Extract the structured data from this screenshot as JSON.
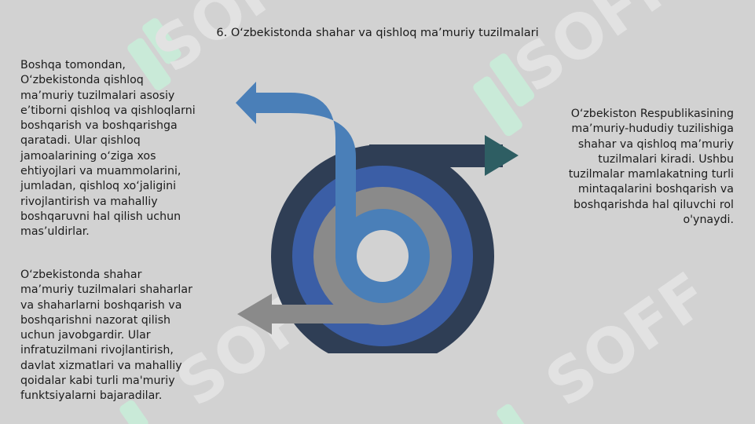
{
  "slide": {
    "title": "6. O‘zbekistonda shahar va qishloq ma’muriy tuzilmalari",
    "left_top_text": "Boshqa tomondan,\nO‘zbekistonda qishloq\nma’muriy tuzilmalari asosiy\ne’tiborni qishloq va qishloqlarni\nboshqarish va boshqarishga\nqaratadi. Ular qishloq\njamoalarining o‘ziga xos\nehtiyojlari va muammolarini,\njumladan, qishloq xo‘jaligini\nrivojlantirish va mahalliy\nboshqaruvni hal qilish uchun\nmas’uldirlar.",
    "left_bottom_text": "O‘zbekistonda shahar\nma’muriy tuzilmalari shaharlar\nva shaharlarni boshqarish va\nboshqarishni nazorat qilish\nuchun javobgardir. Ular\ninfratuzilmani rivojlantirish,\ndavlat xizmatlari va mahalliy\nqoidalar kabi turli ma'muriy\nfunktsiyalarni bajaradilar.",
    "right_text": "O‘zbekiston Respublikasining\nma’muriy-hududiy tuzilishiga\nshahar va qishloq ma’muriy\ntuzilmalari kiradi. Ushbu\ntuzilmalar mamlakatning turli\nmintaqalarini boshqarish va\nboshqarishda hal qiluvchi rol\no'ynaydi.",
    "watermark_text": "SOFF"
  },
  "colors": {
    "background": "#d2d2d2",
    "ring_outer": "#2f3e55",
    "ring_blue": "#3b5ea6",
    "ring_gray": "#8a8a8a",
    "ring_inner": "#4a7fb8",
    "arrow_teal": "#2e5e63",
    "watermark_green": "#c8ecd8",
    "watermark_white": "#e4e4e4"
  }
}
